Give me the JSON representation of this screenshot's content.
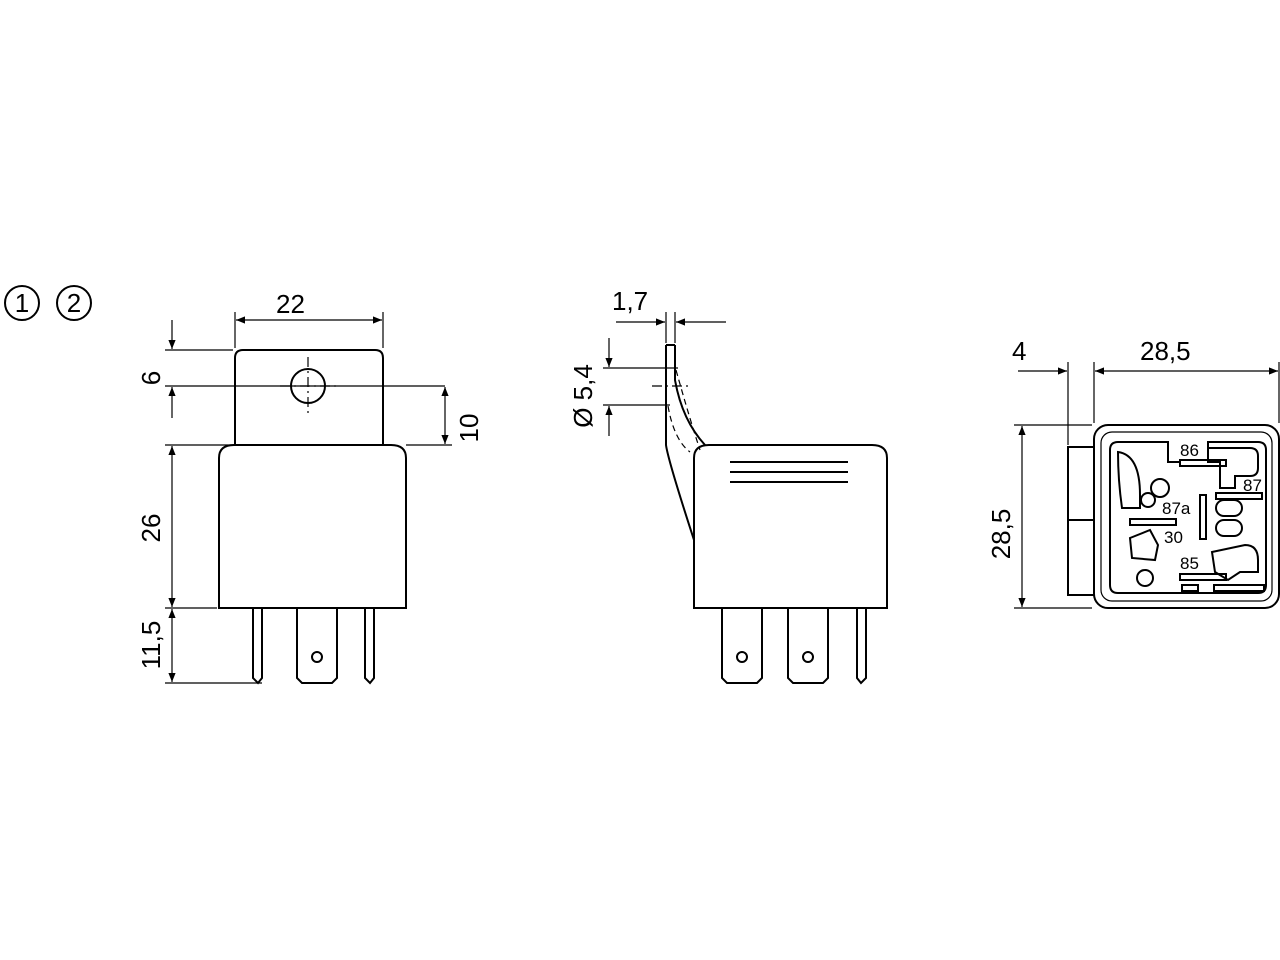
{
  "markers": [
    "1",
    "2"
  ],
  "front_view": {
    "width": "22",
    "bracket_top": "6",
    "hole_offset": "10",
    "body_height": "26",
    "pin_length": "11,5"
  },
  "side_view": {
    "bracket_thickness": "1,7",
    "hole_diameter": "Ø 5,4"
  },
  "pin_view": {
    "offset": "4",
    "width": "28,5",
    "height": "28,5",
    "pins": [
      "86",
      "87",
      "87a",
      "30",
      "85"
    ]
  }
}
